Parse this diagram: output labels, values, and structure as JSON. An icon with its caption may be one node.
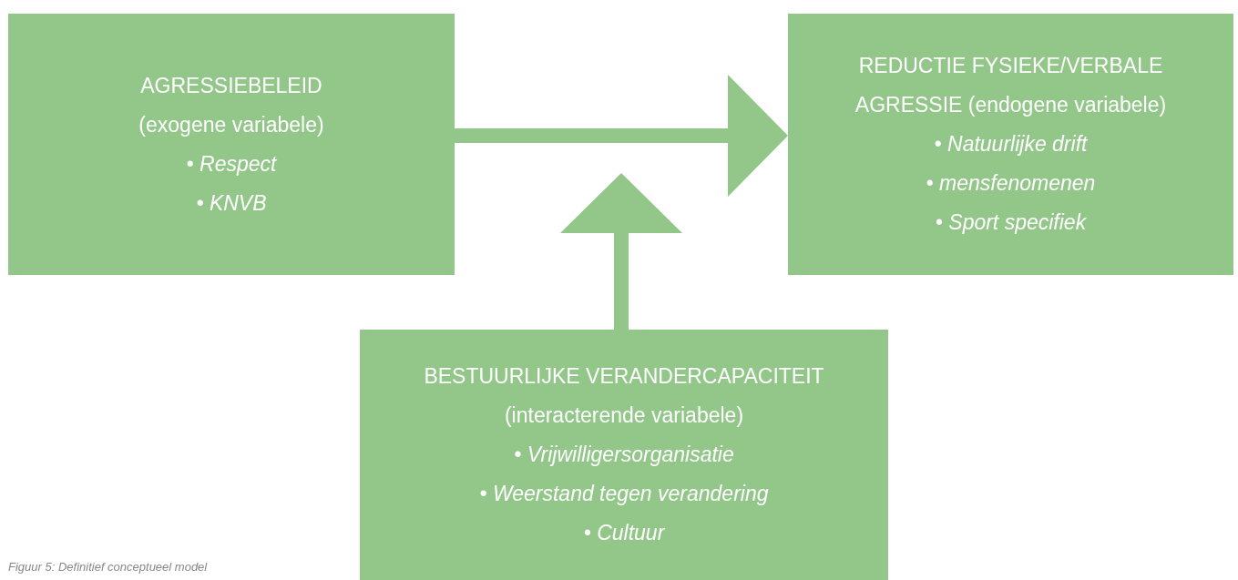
{
  "diagram": {
    "caption": "Figuur 5: Definitief conceptueel model",
    "nodes": [
      {
        "text": [
          "AGRESSIEBELEID",
          "(exogene variabele)",
          "• Respect",
          "• KNVB"
        ]
      },
      {
        "text": [
          "REDUCTIE FYSIEKE/VERBALE AGRESSIE (endogene variabele)",
          "• Natuurlijke drift",
          "• mensfenomenen",
          "• Sport specifiek"
        ]
      },
      {
        "text": [
          "BESTUURLIJKE VERANDERCAPACITEIT",
          "(interacterende variabele)",
          "• Vrijwilligersorganisatie",
          "• Weerstand tegen verandering",
          "• Cultuur"
        ]
      }
    ],
    "edges": [
      {
        "from": 0,
        "to": 1,
        "arrow": "to"
      },
      {
        "from": 2,
        "to": null,
        "arrow": "to"
      }
    ]
  }
}
